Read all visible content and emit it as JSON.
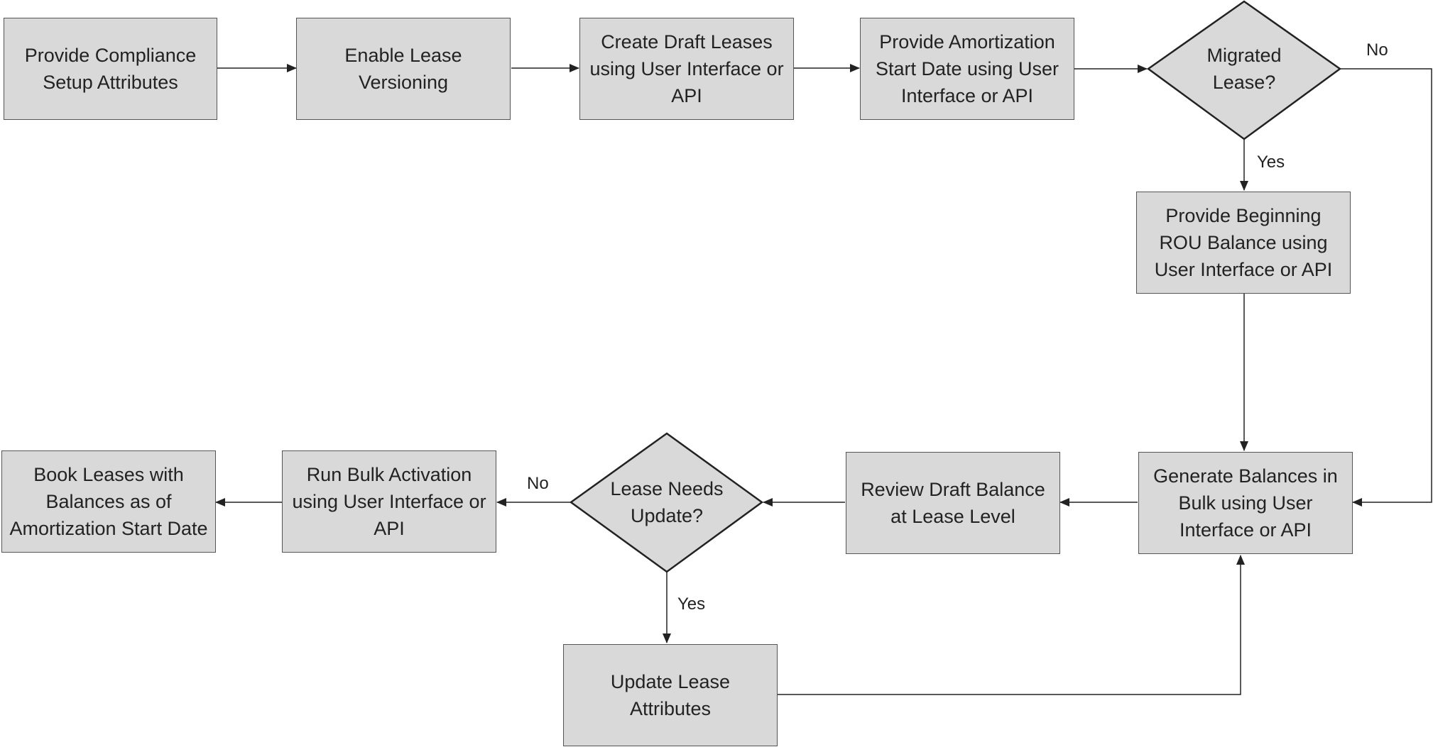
{
  "nodes": {
    "compliance_setup": "Provide Compliance Setup Attributes",
    "enable_versioning": "Enable Lease Versioning",
    "create_draft": "Create Draft Leases using User Interface or API",
    "amortization_start": "Provide Amortization Start Date using User Interface or API",
    "migrated_decision": "Migrated Lease?",
    "beginning_rou": "Provide Beginning ROU Balance using User Interface or API",
    "generate_balances": "Generate Balances in Bulk using User Interface or API",
    "review_draft": "Review Draft Balance at Lease Level",
    "needs_update_decision": "Lease Needs Update?",
    "update_attributes": "Update Lease Attributes",
    "bulk_activation": "Run Bulk Activation using User Interface or API",
    "book_leases": "Book Leases with Balances as of Amortization Start Date"
  },
  "edge_labels": {
    "migrated_no": "No",
    "migrated_yes": "Yes",
    "update_no": "No",
    "update_yes": "Yes"
  },
  "colors": {
    "node_fill": "#d9d9d9",
    "node_border": "#555555",
    "edge": "#222222"
  }
}
